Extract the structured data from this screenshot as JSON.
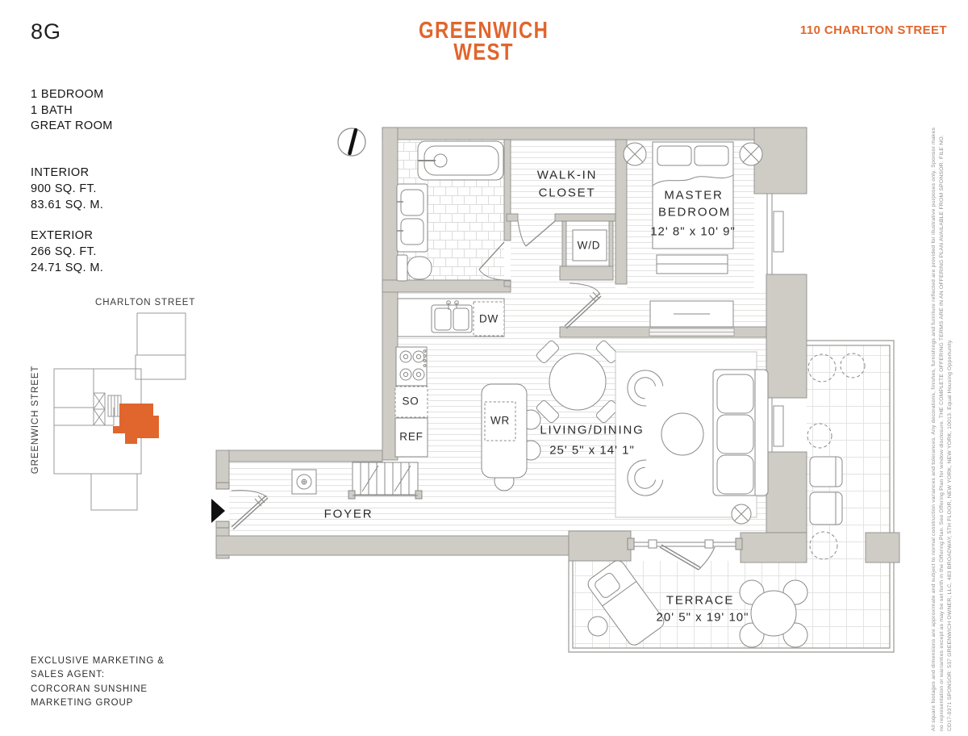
{
  "header": {
    "unit": "8G",
    "building_line1": "GREENWICH",
    "building_line2": "WEST",
    "address": "110 CHARLTON STREET"
  },
  "unit_info": {
    "features": [
      "1 BEDROOM",
      "1 BATH",
      "GREAT ROOM"
    ],
    "interior": {
      "title": "INTERIOR",
      "area_ft": "900 SQ. FT.",
      "area_m": "83.61 SQ. M."
    },
    "exterior": {
      "title": "EXTERIOR",
      "area_ft": "266 SQ. FT.",
      "area_m": "24.71 SQ. M."
    }
  },
  "keyplan": {
    "street_top": "CHARLTON STREET",
    "street_side": "GREENWICH STREET"
  },
  "agent": {
    "lines": [
      "EXCLUSIVE MARKETING &",
      "SALES AGENT:",
      "CORCORAN SUNSHINE",
      "MARKETING GROUP"
    ]
  },
  "plan_labels": {
    "walk_in_closet_1": "WALK-IN",
    "walk_in_closet_2": "CLOSET",
    "washer_dryer": "W/D",
    "master_1": "MASTER",
    "master_2": "BEDROOM",
    "master_dims": "12' 8\" x 10' 9\"",
    "dishwasher": "DW",
    "stove_oven": "SO",
    "refrigerator": "REF",
    "wine_ref": "WR",
    "living_dining": "LIVING/DINING",
    "living_dims": "25' 5\" x 14' 1\"",
    "foyer": "FOYER",
    "terrace": "TERRACE",
    "terrace_dims": "20' 5\" x 19' 10\""
  },
  "disclaimer": {
    "lines": [
      "All square footages and dimensions are approximate and subject to normal construction variances and tolerances. Any decorations, finishes, furnishings and furniture reflected are provided for illustrative purposes only. Sponsor makes",
      "no representation or warranties except as may be set forth in the Offering Plan. See Offering Plan for window disclosure. THE COMPLETE OFFERING TERMS ARE IN AN OFFERING PLAN AVAILABLE FROM SPONSOR. FILE NO.",
      "CD17-0371 SPONSOR: 537 GREENWICH OWNER, LLC, 483 BROADWAY, 5TH FLOOR, NEW YORK, NEW YORK, 10013. Equal Housing Opportunity."
    ]
  },
  "colors": {
    "accent": "#E0662D",
    "wall_fill": "#CFCCC6",
    "wall_stroke": "#8E8E8C",
    "fine_print": "#8E8E8E"
  }
}
